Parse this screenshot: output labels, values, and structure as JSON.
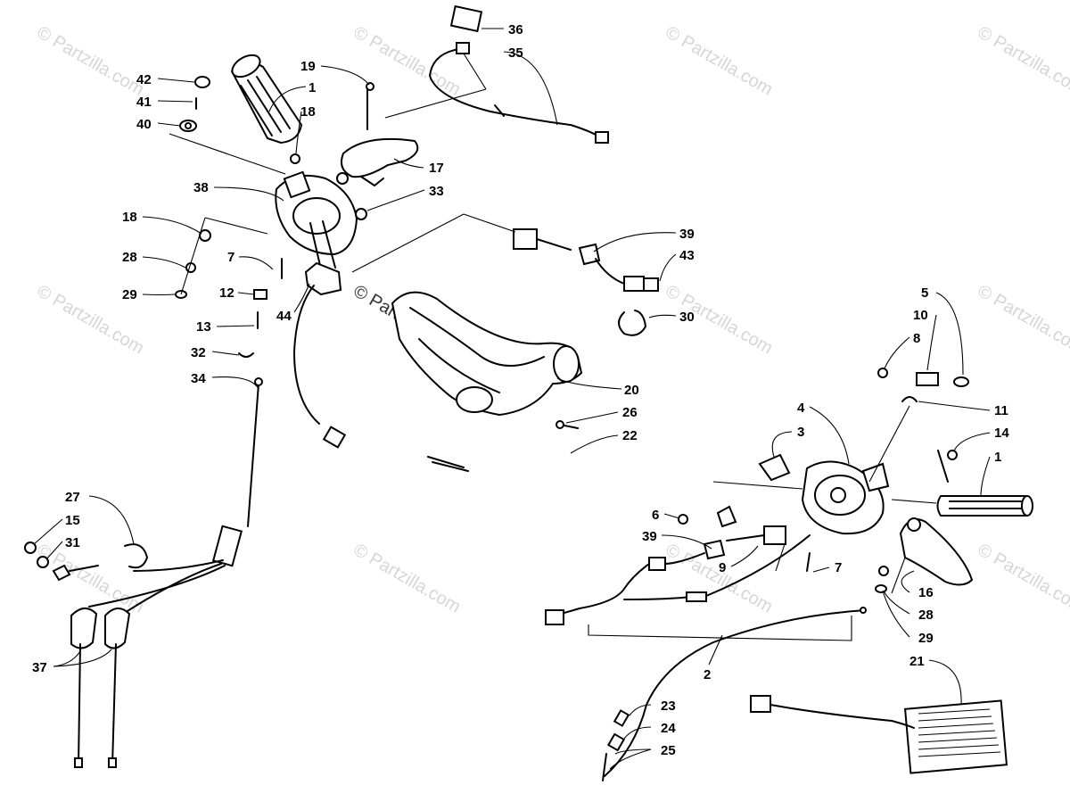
{
  "watermark": "© Partzilla.com",
  "callouts": [
    {
      "id": "c42",
      "text": "42"
    },
    {
      "id": "c41",
      "text": "41"
    },
    {
      "id": "c40",
      "text": "40"
    },
    {
      "id": "c1a",
      "text": "1"
    },
    {
      "id": "c19",
      "text": "19"
    },
    {
      "id": "c18a",
      "text": "18"
    },
    {
      "id": "c36",
      "text": "36"
    },
    {
      "id": "c35",
      "text": "35"
    },
    {
      "id": "c17",
      "text": "17"
    },
    {
      "id": "c38",
      "text": "38"
    },
    {
      "id": "c33",
      "text": "33"
    },
    {
      "id": "c18b",
      "text": "18"
    },
    {
      "id": "c28a",
      "text": "28"
    },
    {
      "id": "c7a",
      "text": "7"
    },
    {
      "id": "c29a",
      "text": "29"
    },
    {
      "id": "c12",
      "text": "12"
    },
    {
      "id": "c44",
      "text": "44"
    },
    {
      "id": "c13",
      "text": "13"
    },
    {
      "id": "c39a",
      "text": "39"
    },
    {
      "id": "c43",
      "text": "43"
    },
    {
      "id": "c30",
      "text": "30"
    },
    {
      "id": "c32",
      "text": "32"
    },
    {
      "id": "c34",
      "text": "34"
    },
    {
      "id": "c20",
      "text": "20"
    },
    {
      "id": "c26",
      "text": "26"
    },
    {
      "id": "c22",
      "text": "22"
    },
    {
      "id": "c5",
      "text": "5"
    },
    {
      "id": "c10",
      "text": "10"
    },
    {
      "id": "c8",
      "text": "8"
    },
    {
      "id": "c11",
      "text": "11"
    },
    {
      "id": "c4",
      "text": "4"
    },
    {
      "id": "c3",
      "text": "3"
    },
    {
      "id": "c14",
      "text": "14"
    },
    {
      "id": "c1b",
      "text": "1"
    },
    {
      "id": "c27",
      "text": "27"
    },
    {
      "id": "c15",
      "text": "15"
    },
    {
      "id": "c31",
      "text": "31"
    },
    {
      "id": "c6",
      "text": "6"
    },
    {
      "id": "c39b",
      "text": "39"
    },
    {
      "id": "c9",
      "text": "9"
    },
    {
      "id": "c7b",
      "text": "7"
    },
    {
      "id": "c16",
      "text": "16"
    },
    {
      "id": "c28b",
      "text": "28"
    },
    {
      "id": "c29b",
      "text": "29"
    },
    {
      "id": "c37",
      "text": "37"
    },
    {
      "id": "c2",
      "text": "2"
    },
    {
      "id": "c21",
      "text": "21"
    },
    {
      "id": "c23",
      "text": "23"
    },
    {
      "id": "c24",
      "text": "24"
    },
    {
      "id": "c25",
      "text": "25"
    }
  ]
}
